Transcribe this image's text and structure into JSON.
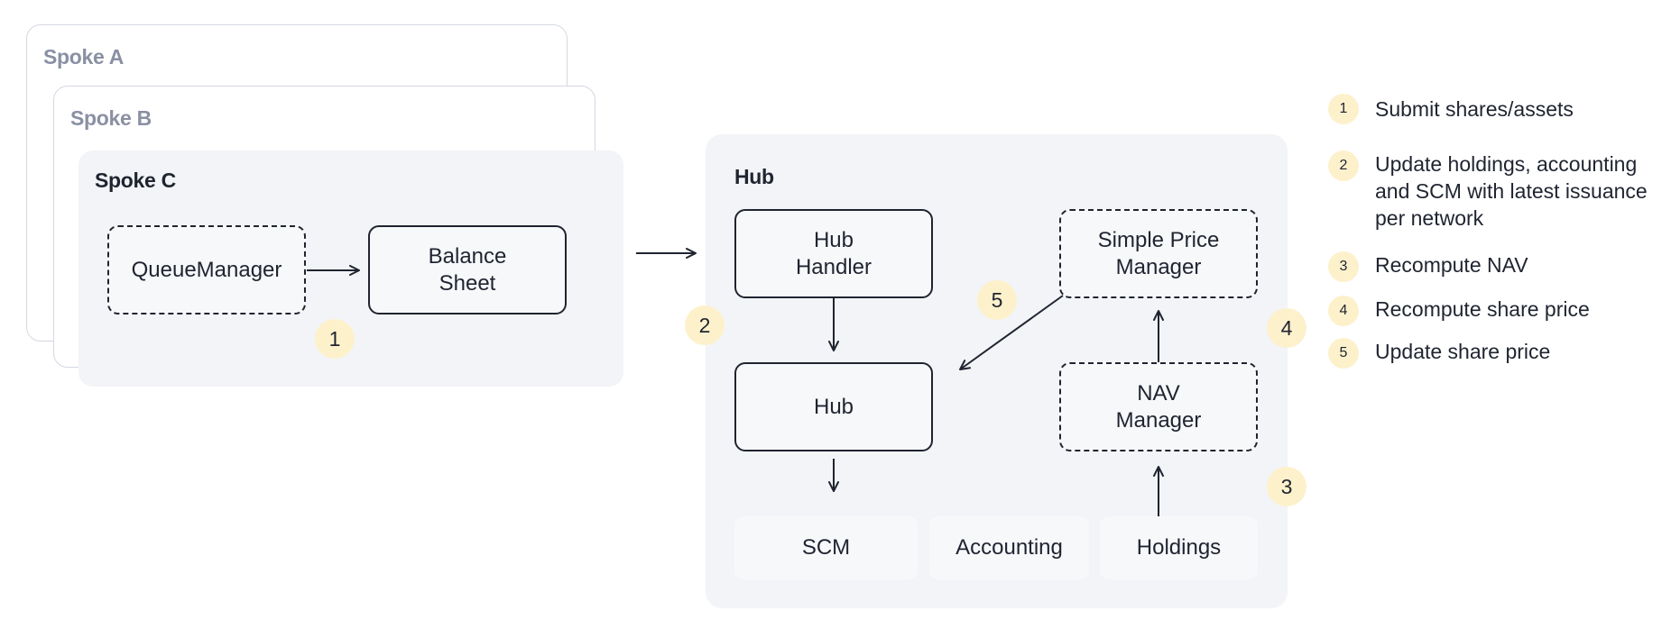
{
  "spokes": {
    "a_title": "Spoke A",
    "b_title": "Spoke B",
    "c_title": "Spoke C",
    "queue_manager": "QueueManager",
    "balance_sheet": "Balance\nSheet"
  },
  "hub": {
    "title": "Hub",
    "hub_handler": "Hub\nHandler",
    "hub_box": "Hub",
    "simple_price_manager": "Simple Price\nManager",
    "nav_manager": "NAV\nManager",
    "scm": "SCM",
    "accounting": "Accounting",
    "holdings": "Holdings"
  },
  "badges": [
    "1",
    "2",
    "3",
    "4",
    "5"
  ],
  "legend": [
    {
      "num": "1",
      "text": "Submit shares/assets"
    },
    {
      "num": "2",
      "text": "Update holdings, accounting\nand SCM with latest issuance\nper network"
    },
    {
      "num": "3",
      "text": "Recompute NAV"
    },
    {
      "num": "4",
      "text": "Recompute share price"
    },
    {
      "num": "5",
      "text": "Update share price"
    }
  ],
  "colors": {
    "badge_fill": "#fdf1cc",
    "panel_fill": "#f3f4f7",
    "muted_text": "#8a90a3",
    "stroke": "#1f2430"
  }
}
